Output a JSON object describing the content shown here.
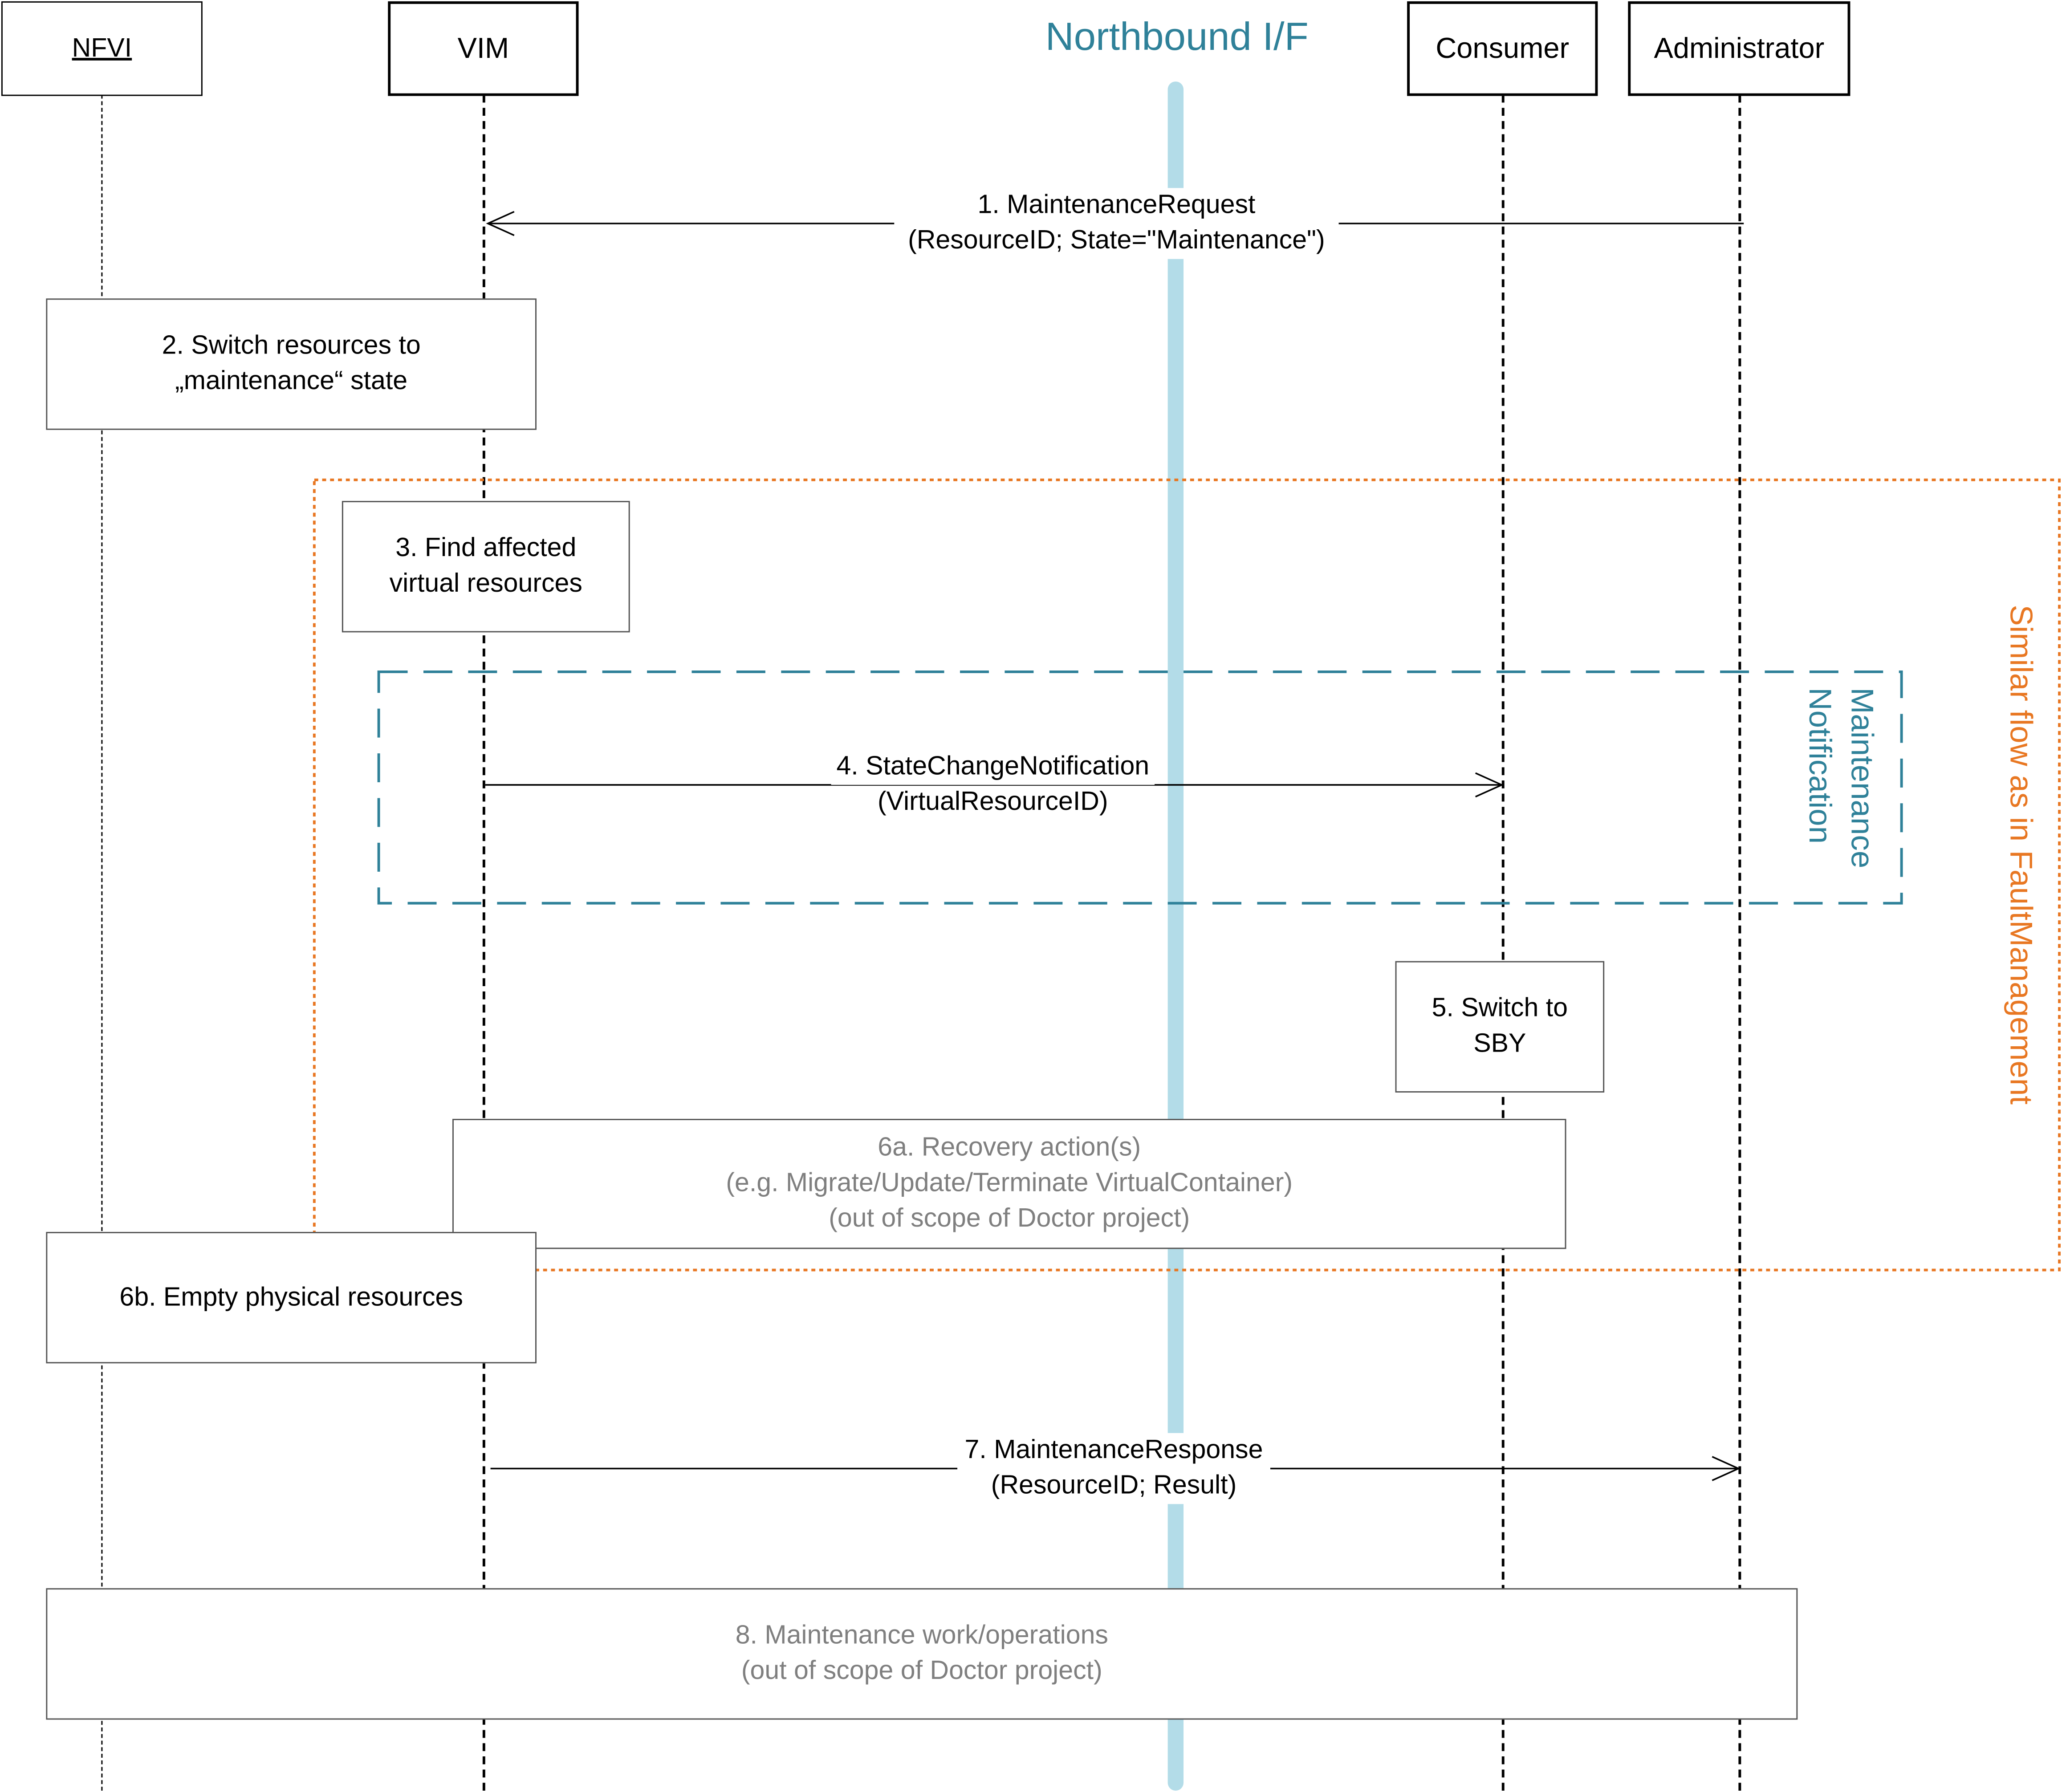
{
  "diagram": {
    "type": "sequence-diagram",
    "interface_label": "Northbound I/F",
    "colors": {
      "interface_bar": "#b3dce8",
      "interface_text": "#2f8199",
      "fault_group_border": "#e87722",
      "notification_group_border": "#2f8199",
      "out_of_scope_text": "#7f7f7f"
    },
    "actors": [
      {
        "id": "nfvi",
        "label": "NFVI",
        "underlined": true
      },
      {
        "id": "vim",
        "label": "VIM"
      },
      {
        "id": "consumer",
        "label": "Consumer"
      },
      {
        "id": "administrator",
        "label": "Administrator"
      }
    ],
    "steps": {
      "s1": {
        "line1": "1. MaintenanceRequest",
        "line2": "(ResourceID; State=\"Maintenance\")",
        "from": "Administrator",
        "to": "VIM"
      },
      "s2": {
        "line1": "2. Switch resources to",
        "line2": "„maintenance“ state"
      },
      "s3": {
        "line1": "3. Find affected",
        "line2": "virtual resources"
      },
      "s4": {
        "line1": "4. StateChangeNotification",
        "line2": "(VirtualResourceID)",
        "from": "VIM",
        "to": "Consumer"
      },
      "s5": {
        "line1": "5. Switch to",
        "line2": "SBY"
      },
      "s6a": {
        "line1": "6a. Recovery action(s)",
        "line2": "(e.g. Migrate/Update/Terminate VirtualContainer)",
        "line3": "(out of scope of Doctor project)"
      },
      "s6b": {
        "line1": "6b. Empty physical resources"
      },
      "s7": {
        "line1": "7. MaintenanceResponse",
        "line2": "(ResourceID; Result)",
        "from": "VIM",
        "to": "Administrator"
      },
      "s8": {
        "line1": "8. Maintenance work/operations",
        "line2": "(out of scope of Doctor project)"
      }
    },
    "groups": {
      "fault": {
        "label": "Similar flow as in FaultManagement"
      },
      "notification": {
        "label_line1": "Maintenance",
        "label_line2": "Notification"
      }
    }
  }
}
